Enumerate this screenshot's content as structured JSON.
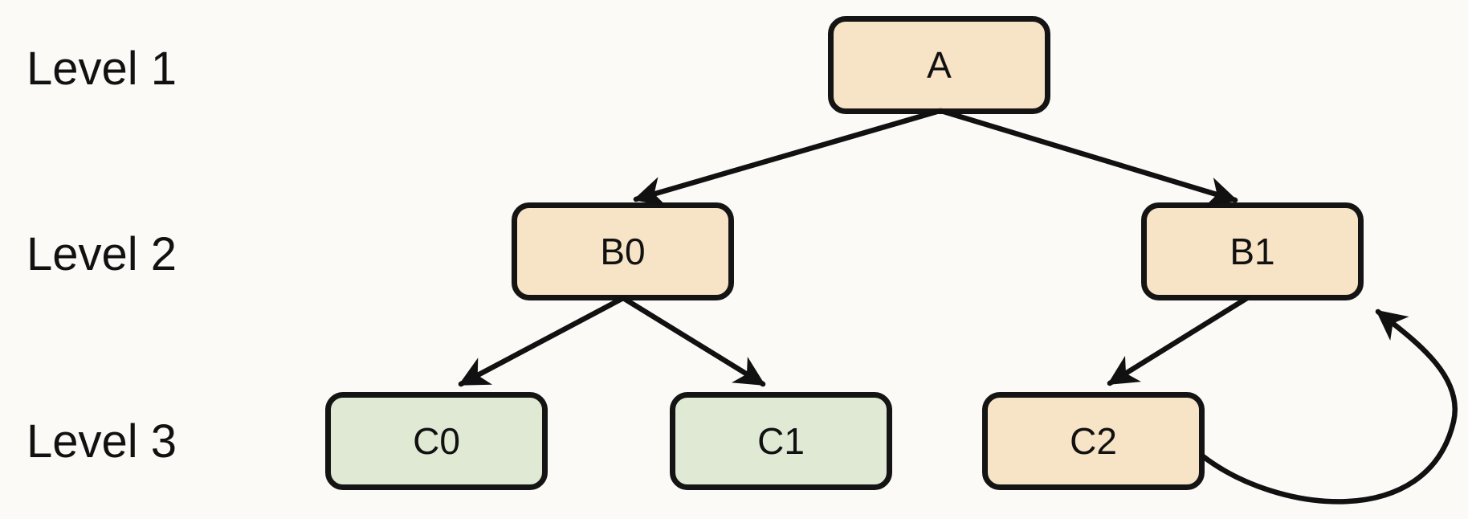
{
  "diagram": {
    "type": "tree-graph",
    "levels": [
      {
        "label": "Level 1"
      },
      {
        "label": "Level 2"
      },
      {
        "label": "Level 3"
      }
    ],
    "nodes": [
      {
        "id": "A",
        "label": "A",
        "level": 1,
        "fill": "#f7e3c5"
      },
      {
        "id": "B0",
        "label": "B0",
        "level": 2,
        "fill": "#f7e3c5"
      },
      {
        "id": "B1",
        "label": "B1",
        "level": 2,
        "fill": "#f7e3c5"
      },
      {
        "id": "C0",
        "label": "C0",
        "level": 3,
        "fill": "#dfe9d4"
      },
      {
        "id": "C1",
        "label": "C1",
        "level": 3,
        "fill": "#dfe9d4"
      },
      {
        "id": "C2",
        "label": "C2",
        "level": 3,
        "fill": "#f7e3c5"
      }
    ],
    "edges": [
      {
        "from": "A",
        "to": "B0",
        "style": "straight"
      },
      {
        "from": "A",
        "to": "B1",
        "style": "straight"
      },
      {
        "from": "B0",
        "to": "C0",
        "style": "straight"
      },
      {
        "from": "B0",
        "to": "C1",
        "style": "straight"
      },
      {
        "from": "B1",
        "to": "C2",
        "style": "straight"
      },
      {
        "from": "C2",
        "to": "B1",
        "style": "curved-back-edge"
      }
    ],
    "colors": {
      "node_peach": "#f7e3c5",
      "node_green": "#dfe9d4",
      "stroke": "#111111",
      "background": "#fbfaf7"
    }
  }
}
